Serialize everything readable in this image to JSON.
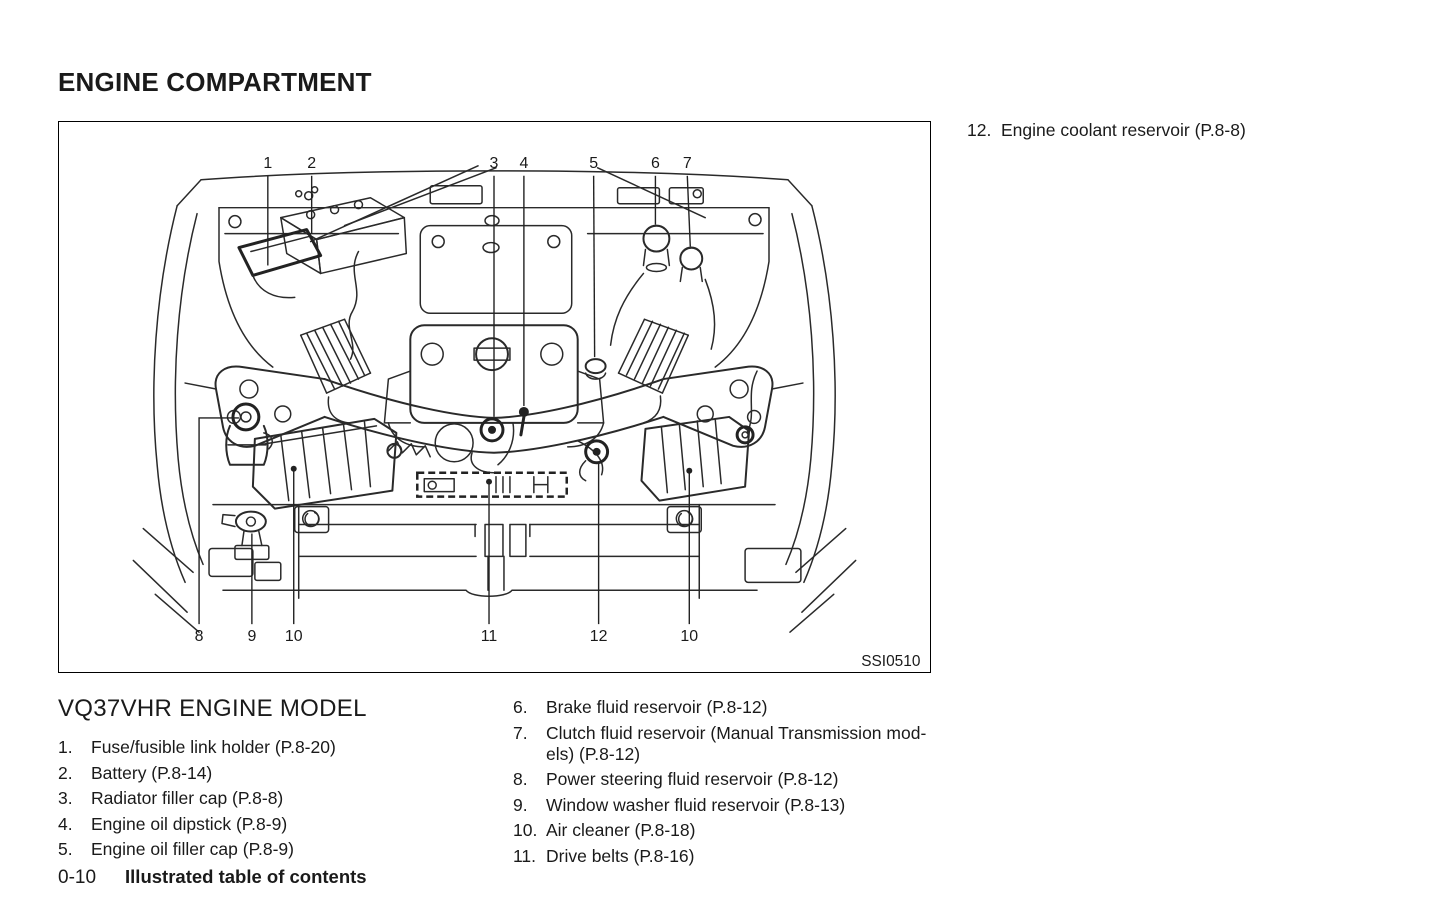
{
  "header": {
    "title": "ENGINE COMPARTMENT"
  },
  "figure": {
    "code": "SSI0510",
    "callouts_top": [
      "1",
      "2",
      "3",
      "4",
      "5",
      "6",
      "7"
    ],
    "callouts_bottom": [
      "8",
      "9",
      "10",
      "11",
      "12",
      "10"
    ]
  },
  "side_note": {
    "num": "12.",
    "label": "Engine coolant reservoir (P.8-8)"
  },
  "section": {
    "heading": "VQ37VHR ENGINE MODEL"
  },
  "legend_left": [
    {
      "num": "1.",
      "label": "Fuse/fusible link holder (P.8-20)"
    },
    {
      "num": "2.",
      "label": "Battery (P.8-14)"
    },
    {
      "num": "3.",
      "label": "Radiator filler cap (P.8-8)"
    },
    {
      "num": "4.",
      "label": "Engine oil dipstick (P.8-9)"
    },
    {
      "num": "5.",
      "label": "Engine oil filler cap (P.8-9)"
    }
  ],
  "legend_right": [
    {
      "num": "6.",
      "label": "Brake fluid reservoir (P.8-12)"
    },
    {
      "num": "7.",
      "label_line1": "Clutch fluid reservoir (Manual Transmission mod-",
      "label_line2": "els) (P.8-12)"
    },
    {
      "num": "8.",
      "label": "Power steering fluid reservoir (P.8-12)"
    },
    {
      "num": "9.",
      "label": "Window washer fluid reservoir (P.8-13)"
    },
    {
      "num": "10.",
      "label": "Air cleaner (P.8-18)"
    },
    {
      "num": "11.",
      "label": "Drive belts (P.8-16)"
    }
  ],
  "footer": {
    "page_number": "0-10",
    "section_title": "Illustrated table of contents"
  }
}
